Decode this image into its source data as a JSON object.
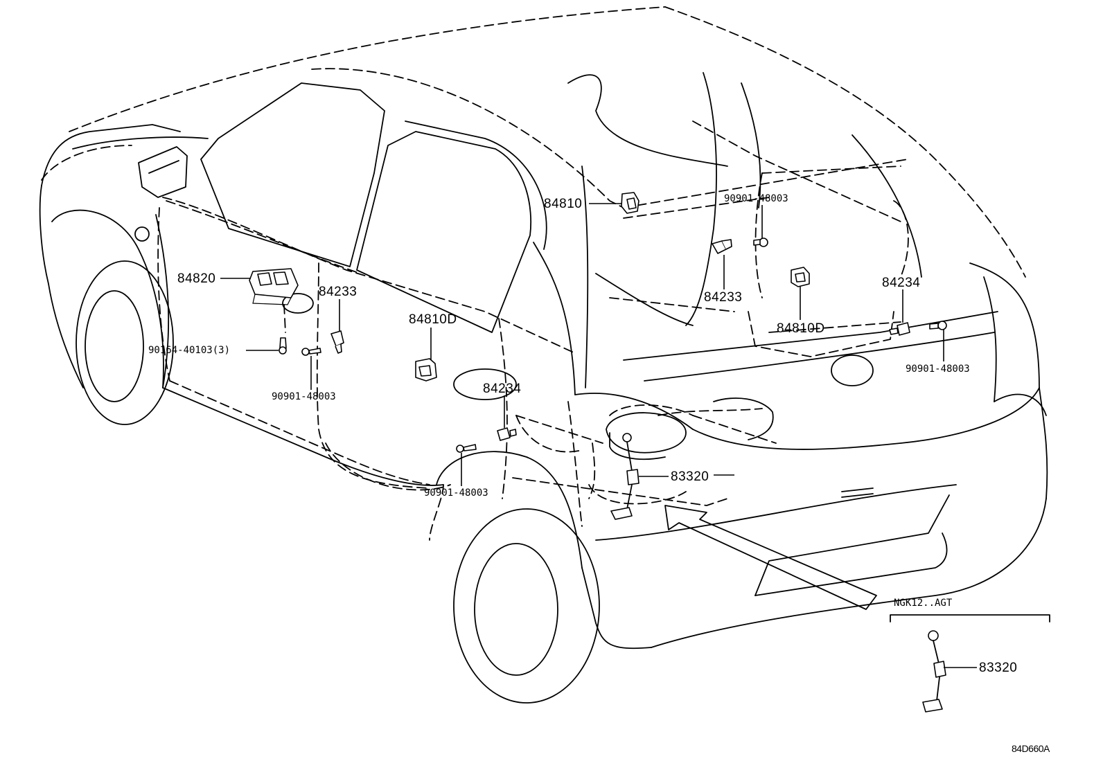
{
  "diagram": {
    "labels": {
      "p84810_top": "84810",
      "p84820": "84820",
      "p84233_left": "84233",
      "p84810D_left": "84810D",
      "p90164": "90164-40103(3)",
      "p90901_left_upper": "90901-48003",
      "p84234_left": "84234",
      "p90901_left_lower": "90901-48003",
      "p83320_main": "83320",
      "p90901_right_top": "90901-48003",
      "p84233_right": "84233",
      "p84810D_right": "84810D",
      "p84234_right": "84234",
      "p90901_right_lower": "90901-48003",
      "inset_title": "NGK12..AGT",
      "p83320_inset": "83320",
      "figure_code": "84D660A"
    }
  }
}
